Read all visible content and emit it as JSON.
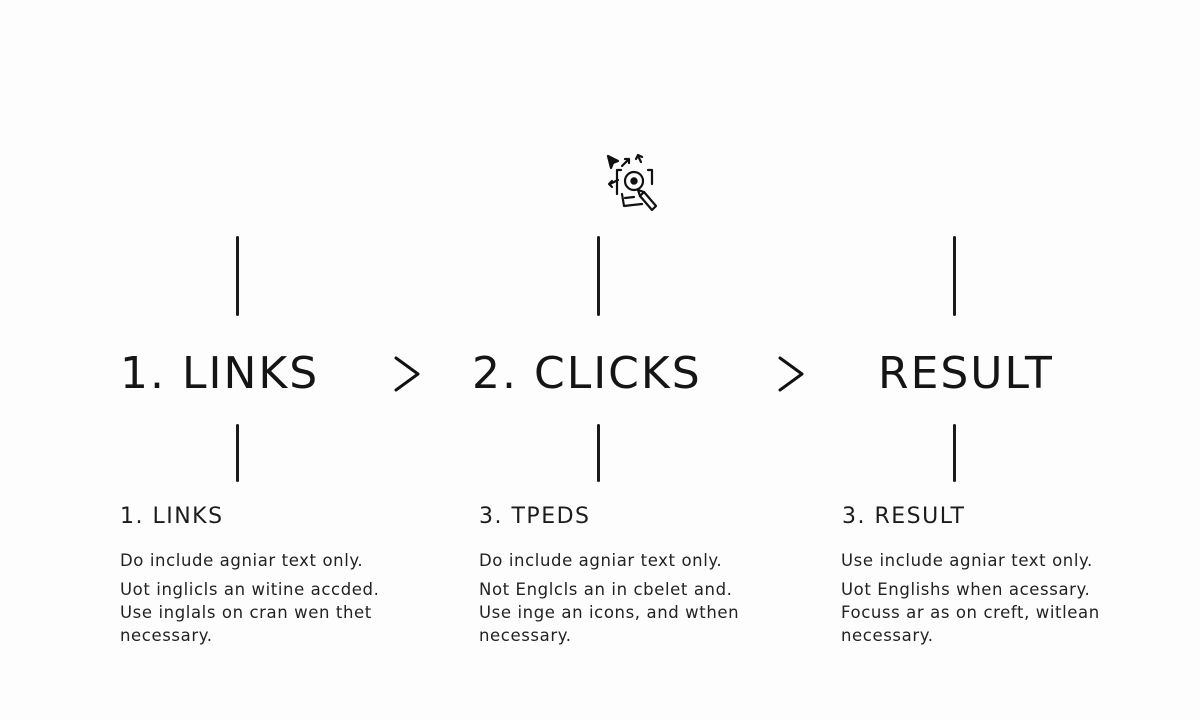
{
  "columns": [
    {
      "heading": "1. LINKS",
      "subtitle": "1.  LINKS",
      "lines": [
        "Do include agniar text only.",
        "Uot inglicls an witine accded.",
        "Use inglals on cran wen thet",
        "necessary."
      ]
    },
    {
      "heading": "2. CLICKS",
      "subtitle": "3.  TPEDS",
      "lines": [
        "Do include agniar text only.",
        "Not Englcls an in cbelet and.",
        "Use inge an icons, and wthen",
        "necessary."
      ]
    },
    {
      "heading": "RESULT",
      "subtitle": "3.  RESULT",
      "lines": [
        "Use include agniar text only.",
        "Uot Englishs when acessary.",
        "Focuss ar as on creft, witlean",
        "necessary."
      ]
    }
  ],
  "separator_symbol": ">",
  "icons": {
    "top": "cursor-target-magnifier-icon"
  }
}
